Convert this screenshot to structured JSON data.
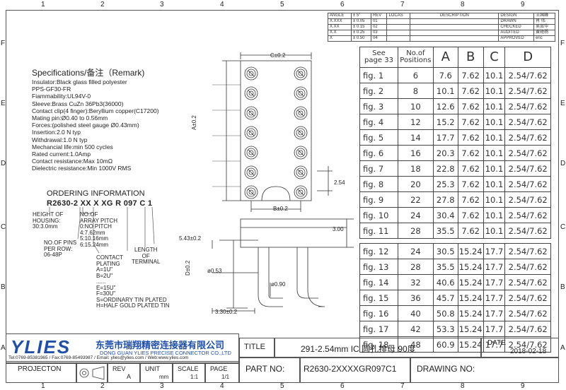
{
  "grid": {
    "columns": [
      "1",
      "2",
      "3",
      "4",
      "5",
      "6",
      "7",
      "8",
      "9"
    ],
    "rows": [
      "F",
      "E",
      "D",
      "C",
      "B",
      "A"
    ]
  },
  "tolerance_table": {
    "headers": [
      "ANGLE",
      "± 5°",
      "REV",
      "LOCAS",
      "DESCRIPTION",
      "DESIGN",
      "王国峰"
    ],
    "rows": [
      [
        "X.XXX",
        "± 0.05",
        "01",
        "",
        "DRAWN",
        "肖 伟"
      ],
      [
        "X.XX",
        "± 0.15",
        "02",
        "",
        "CHECKED",
        "吴双华"
      ],
      [
        "X.X",
        "± 0.25",
        "03",
        "",
        "AUDITED",
        "黄艳杨"
      ],
      [
        "X",
        "± 0.50",
        "04",
        "",
        "APPROVED",
        "eric"
      ]
    ]
  },
  "spec": {
    "heading": "Specifications/备注（Remark)",
    "lines": [
      "Insulator:Black glass filled polyester",
      "PPS-GF30-FR",
      "Fiammability:UL94V-0",
      "Sleeve:Brass CuZn 36Pb3(36000)",
      "Contact clip(4 finger):Beryllium copper(C17200)",
      "Mating pin:Ø0.40 to 0.56mm",
      "Forces:(polished steel gauge Ø0.43mm)",
      "Insertion:2.0 N typ",
      "Withdrawal:1.0 N typ",
      "Mechancial life:min 500  cycles",
      "Rated current:1.0Amp",
      "Contact resistance:Max 10mΩ",
      "Dielectric resistance:Min 1000V RMS"
    ]
  },
  "ordering": {
    "title": "ORDERING INFORMATION",
    "code": "R2630-2 XX X XG R 097 C 1",
    "height_label": "HEIGHT OF\nHOUSING:\n30:3.0mm",
    "pitch_label": "NO.OF\nARRAY PITCH\n0:NO PITCH\n4:7.62mm\n5:10.16mm\n6:15.24mm",
    "pins_label": "NO.OF PINS\nPER ROW:\n06-48P",
    "plating_label": "CONTACT\nPLATING\nA=1U\"\nB=2U\"\n......\nE=15U\"\nF=30U\"\nS=ORDINARY TIN PLATED\nH=HALF GOLD PLATED TIN",
    "length_label": "LENGTH\nOF\nTERMINAL"
  },
  "dims": {
    "c": "C±0.2",
    "a": "A±0.2",
    "b": "B±0.2",
    "pitch": "2.54",
    "d": "D±0.2",
    "h543": "5.43±0.2",
    "dia053": "ø0.53",
    "dia090": "ø0.90",
    "w330": "3.30±0.2",
    "h300": "3.00"
  },
  "main_table": {
    "headers": [
      "See\npage 33",
      "No.of\nPositions",
      "A",
      "B",
      "C",
      "D"
    ],
    "group1": [
      [
        "fig. 1",
        "6",
        "7.6",
        "7.62",
        "10.1",
        "2.54/7.62"
      ],
      [
        "fig. 2",
        "8",
        "10.1",
        "7.62",
        "10.1",
        "2.54/7.62"
      ],
      [
        "fig. 3",
        "10",
        "12.6",
        "7.62",
        "10.1",
        "2.54/7.62"
      ],
      [
        "fig. 4",
        "12",
        "15.2",
        "7.62",
        "10.1",
        "2.54/7.62"
      ],
      [
        "fig. 5",
        "14",
        "17.7",
        "7.62",
        "10.1",
        "2.54/7.62"
      ],
      [
        "fig. 6",
        "16",
        "20.3",
        "7.62",
        "10.1",
        "2.54/7.62"
      ],
      [
        "fig. 7",
        "18",
        "22.8",
        "7.62",
        "10.1",
        "2.54/7.62"
      ],
      [
        "fig. 8",
        "20",
        "25.3",
        "7.62",
        "10.1",
        "2.54/7.62"
      ],
      [
        "fig. 9",
        "22",
        "27.8",
        "7.62",
        "10.1",
        "2.54/7.62"
      ],
      [
        "fig. 10",
        "24",
        "30.4",
        "7.62",
        "10.1",
        "2.54/7.62"
      ],
      [
        "fig. 11",
        "28",
        "35.5",
        "7.62",
        "10.1",
        "2.54/7.62"
      ]
    ],
    "group2": [
      [
        "fig. 12",
        "24",
        "30.5",
        "15.24",
        "17.7",
        "2.54/7.62"
      ],
      [
        "fig. 13",
        "28",
        "35.5",
        "15.24",
        "17.7",
        "2.54/7.62"
      ],
      [
        "fig. 14",
        "32",
        "40.6",
        "15.24",
        "17.7",
        "2.54/7.62"
      ],
      [
        "fig. 15",
        "36",
        "45.7",
        "15.24",
        "17.7",
        "2.54/7.62"
      ],
      [
        "fig. 16",
        "40",
        "50.8",
        "15.24",
        "17.7",
        "2.54/7.62"
      ],
      [
        "fig. 17",
        "42",
        "53.3",
        "15.24",
        "17.7",
        "2.54/7.62"
      ],
      [
        "fig. 18",
        "48",
        "60.9",
        "15.24",
        "17.7",
        "2.54/7.62"
      ]
    ]
  },
  "title_block": {
    "logo": "YLIES",
    "company_cn": "东莞市瑞翔精密连接器有限公司",
    "company_en": "DONG GUAN YLIES PRECISE CONNECTOR CO.,LTD",
    "contact": "Tel:0769-85381965 / Fax:0769-85493987 / Email: ylies@ylies.com / Web:www.ylies.com",
    "title_label": "TITLE",
    "title_value": "291-2.54mm IC 圆孔排母  90度",
    "date_label": "DATE",
    "date_value": "2018-02-18",
    "projection_label": "PROJECTON",
    "rev_label": "REV",
    "rev_value": "A",
    "unit_label": "UNIT",
    "unit_value": "mm",
    "scale_label": "SCALE",
    "scale_value": "1:1",
    "page_label": "PAGE",
    "page_value": "1/1",
    "part_no_label": "PART NO:",
    "part_no_value": "R2630-2XXXXGR097C1",
    "drawing_no_label": "DRAWING NO:"
  },
  "colors": {
    "logo_blue": "#1f4fa6",
    "line": "#444444"
  }
}
